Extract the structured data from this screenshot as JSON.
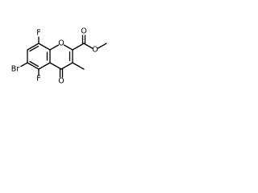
{
  "molecule": {
    "atoms": {
      "f_top": "F",
      "br": "Br",
      "f_bottom": "F",
      "ring_oxygen": "O",
      "ketone_oxygen": "O",
      "ester_carbonyl_oxygen": "O",
      "ester_ether_oxygen": "O"
    }
  }
}
